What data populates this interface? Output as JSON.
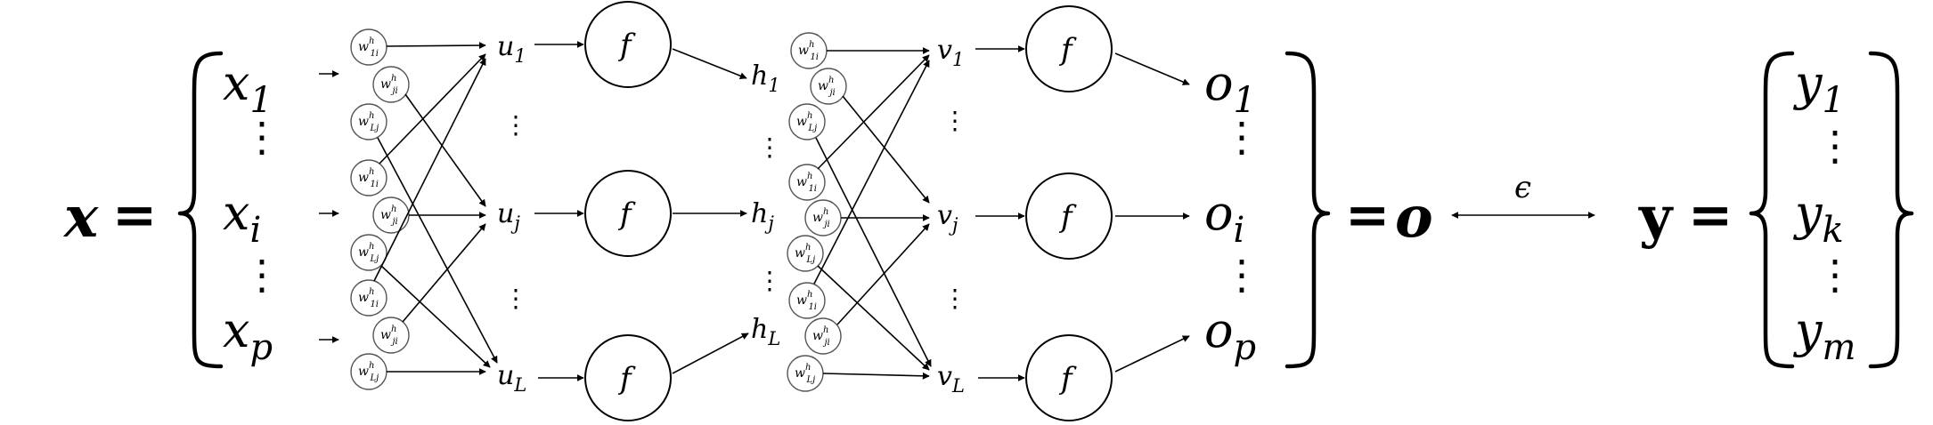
{
  "equation": {
    "lhs": "x",
    "equals": "=",
    "output_vector": "o",
    "error_symbol": "ϵ",
    "target_vector": "y"
  },
  "activation_label": "f",
  "dots": "⋮",
  "inputs": [
    {
      "base": "x",
      "sub": "1"
    },
    {
      "base": "x",
      "sub": "i"
    },
    {
      "base": "x",
      "sub": "p"
    }
  ],
  "hidden_pre": [
    {
      "base": "u",
      "sub": "1"
    },
    {
      "base": "u",
      "sub": "j"
    },
    {
      "base": "u",
      "sub": "L"
    }
  ],
  "hidden_out": [
    {
      "base": "h",
      "sub": "1"
    },
    {
      "base": "h",
      "sub": "j"
    },
    {
      "base": "h",
      "sub": "L"
    }
  ],
  "output_pre": [
    {
      "base": "v",
      "sub": "1"
    },
    {
      "base": "v",
      "sub": "j"
    },
    {
      "base": "v",
      "sub": "L"
    }
  ],
  "outputs": [
    {
      "base": "o",
      "sub": "1"
    },
    {
      "base": "o",
      "sub": "i"
    },
    {
      "base": "o",
      "sub": "p"
    }
  ],
  "targets": [
    {
      "base": "y",
      "sub": "1"
    },
    {
      "base": "y",
      "sub": "k"
    },
    {
      "base": "y",
      "sub": "m"
    }
  ],
  "weights": [
    {
      "base": "w",
      "sup": "h",
      "sub": "1i"
    },
    {
      "base": "w",
      "sup": "h",
      "sub": "ji"
    },
    {
      "base": "w",
      "sup": "h",
      "sub": "Lj"
    }
  ]
}
